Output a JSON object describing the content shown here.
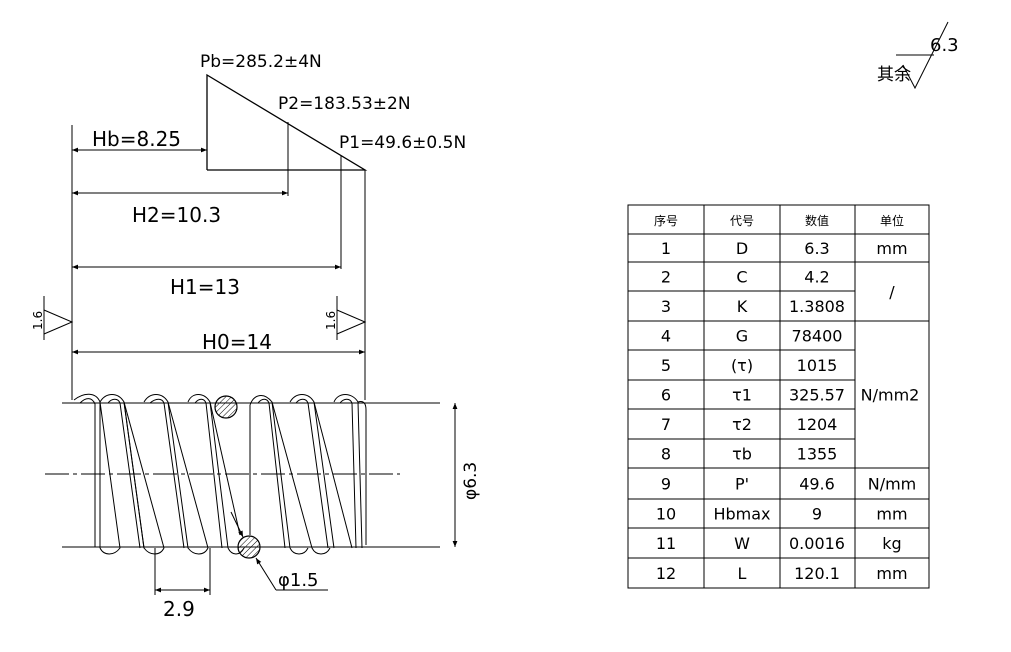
{
  "surface_roughness": {
    "prefix": "其余",
    "value": "6.3"
  },
  "end_roughness": {
    "left": "1.6",
    "right": "1.6"
  },
  "loads": {
    "pb": "Pb=285.2±4N",
    "p2": "P2=183.53±2N",
    "p1": "P1=49.6±0.5N"
  },
  "heights": {
    "hb": "Hb=8.25",
    "h2": "H2=10.3",
    "h1": "H1=13",
    "h0": "H0=14"
  },
  "dims": {
    "outer_diameter": "φ6.3",
    "wire_diameter": "φ1.5",
    "pitch": "2.9"
  },
  "table": {
    "headers": [
      "序号",
      "代号",
      "数值",
      "单位"
    ],
    "rows": [
      [
        "1",
        "D",
        "6.3",
        "mm"
      ],
      [
        "2",
        "C",
        "4.2",
        ""
      ],
      [
        "3",
        "K",
        "1.3808",
        ""
      ],
      [
        "4",
        "G",
        "78400",
        ""
      ],
      [
        "5",
        "(τ)",
        "1015",
        ""
      ],
      [
        "6",
        "τ1",
        "325.57",
        ""
      ],
      [
        "7",
        "τ2",
        "1204",
        ""
      ],
      [
        "8",
        "τb",
        "1355",
        ""
      ],
      [
        "9",
        "P'",
        "49.6",
        "N/mm"
      ],
      [
        "10",
        "Hbmax",
        "9",
        "mm"
      ],
      [
        "11",
        "W",
        "0.0016",
        "kg"
      ],
      [
        "12",
        "L",
        "120.1",
        "mm"
      ]
    ],
    "merged_units": {
      "rows_2_3": "/",
      "rows_4_8": "N/mm2"
    }
  }
}
